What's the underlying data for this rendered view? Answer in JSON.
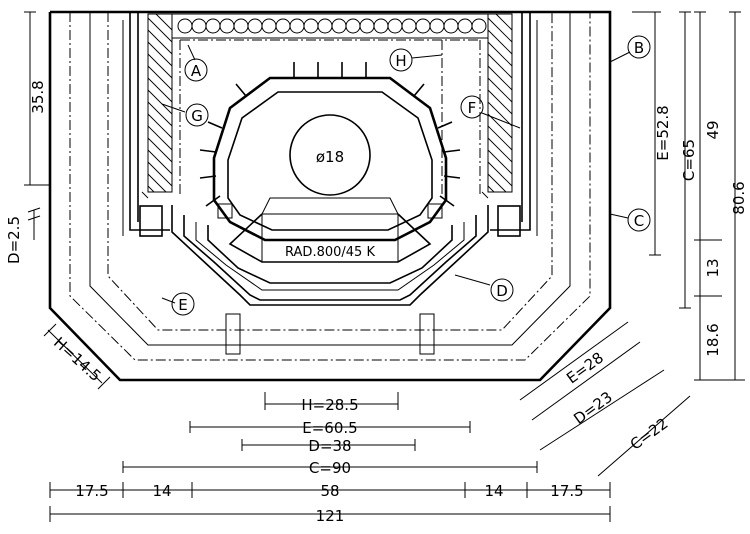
{
  "labels": {
    "A": "A",
    "B": "B",
    "C": "C",
    "D": "D",
    "E": "E",
    "F": "F",
    "G": "G",
    "H": "H"
  },
  "flue_diameter": "ø18",
  "radiator_caption": "RAD.800/45 K",
  "bottom_dims": {
    "h": "H=28.5",
    "e": "E=60.5",
    "d": "D=38",
    "c": "C=90",
    "seg_left_outer": "17.5",
    "seg_left_inner": "14",
    "seg_center": "58",
    "seg_right_inner": "14",
    "seg_right_outer": "17.5",
    "total": "121"
  },
  "right_dims": {
    "e": "E=52.8",
    "c": "C=65",
    "v49": "49",
    "v806": "80.6",
    "v13": "13",
    "v186": "18.6"
  },
  "left_dims": {
    "v358": "35.8",
    "d": "D=2.5",
    "h": "H=14.5"
  },
  "diag_dims": {
    "e": "E=28",
    "d": "D=23",
    "c": "C=22"
  }
}
